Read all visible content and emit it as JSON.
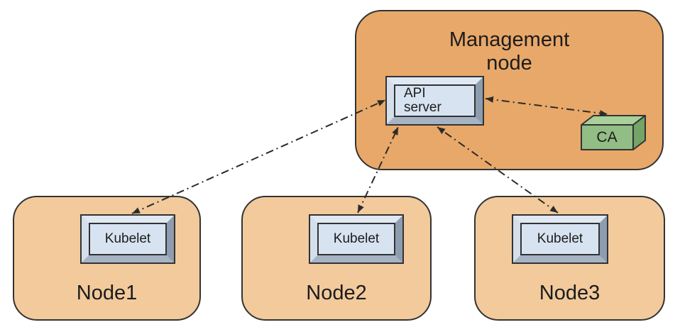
{
  "diagram": {
    "management": {
      "title": "Management node",
      "api_server_label": "API server",
      "ca_label": "CA"
    },
    "nodes": [
      {
        "name": "Node1",
        "component": "Kubelet"
      },
      {
        "name": "Node2",
        "component": "Kubelet"
      },
      {
        "name": "Node3",
        "component": "Kubelet"
      }
    ],
    "connections": [
      {
        "from": "API server",
        "to": "Node1 Kubelet",
        "line_style": "dash-dot",
        "bidirectional": true
      },
      {
        "from": "API server",
        "to": "Node2 Kubelet",
        "line_style": "dash-dot",
        "bidirectional": true
      },
      {
        "from": "API server",
        "to": "Node3 Kubelet",
        "line_style": "dash-dot",
        "bidirectional": true
      },
      {
        "from": "API server",
        "to": "CA",
        "line_style": "dash-dot",
        "bidirectional": true
      }
    ],
    "colors": {
      "management_fill": "#E8A869",
      "node_fill": "#F2CA9C",
      "box_face": "#D7E3F1",
      "bevel_top": "#DFE8F3",
      "bevel_left": "#D5DFEC",
      "bevel_right": "#8E9CB0",
      "bevel_bottom": "#A6B3C4",
      "ca_front": "#92BD84",
      "ca_top": "#A9CF9A",
      "ca_side": "#74A467",
      "outline": "#333333",
      "text": "#1C1C1C",
      "arrow": "#2B2B2B"
    }
  }
}
